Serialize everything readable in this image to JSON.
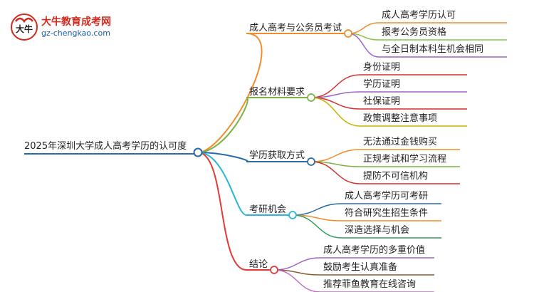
{
  "logo": {
    "title": "大牛教育成考网",
    "url": "gz-chengkao.com",
    "mark_text": "大牛"
  },
  "root": {
    "label": "2025年深圳大学成人高考学历的认可度"
  },
  "branches": [
    {
      "label": "成人高考与公务员考试",
      "color": "#f28c28",
      "children": [
        "成人高考学历认可",
        "报考公务员资格",
        "与全日制本科生机会相同"
      ],
      "child_colors": [
        "#f28c28",
        "#8bc34a",
        "#9c64c8"
      ]
    },
    {
      "label": "报名材料要求",
      "color": "#7cb342",
      "children": [
        "身份证明",
        "学历证明",
        "社保证明",
        "政策调整注意事项"
      ],
      "child_colors": [
        "#d32f2f",
        "#9c64c8",
        "#d32f2f",
        "#c8b400"
      ]
    },
    {
      "label": "学历获取方式",
      "color": "#2a6aa8",
      "children": [
        "无法通过金钱购买",
        "正规考试和学习流程",
        "提防不可信机构"
      ],
      "child_colors": [
        "#f28c28",
        "#7cb342",
        "#d32f2f"
      ]
    },
    {
      "label": "考研机会",
      "color": "#29b6d8",
      "children": [
        "成人高考学历可考研",
        "符合研究生招生条件",
        "深造选择与机会"
      ],
      "child_colors": [
        "#2a6aa8",
        "#f28c28",
        "#2e9b5a"
      ]
    },
    {
      "label": "结论",
      "color": "#e53935",
      "children": [
        "成人高考学历的多重价值",
        "鼓励考生认真准备",
        "推荐菲鱼教育在线咨询"
      ],
      "child_colors": [
        "#9c64c8",
        "#8b5a2b",
        "#c86cc8"
      ]
    }
  ]
}
